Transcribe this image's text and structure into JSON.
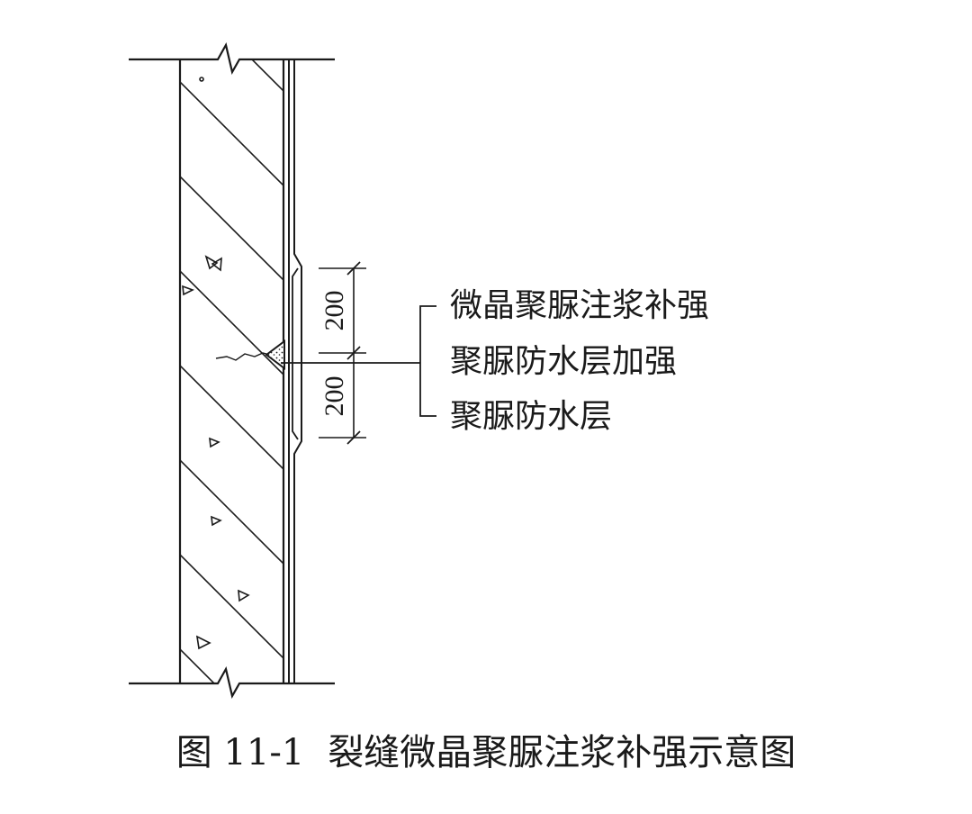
{
  "callouts": [
    "微晶聚脲注浆补强",
    "聚脲防水层加强",
    "聚脲防水层"
  ],
  "dimensions": {
    "upper": "200",
    "lower": "200"
  },
  "caption": {
    "figure_number": "图 11-1",
    "title": "裂缝微晶聚脲注浆补强示意图"
  }
}
